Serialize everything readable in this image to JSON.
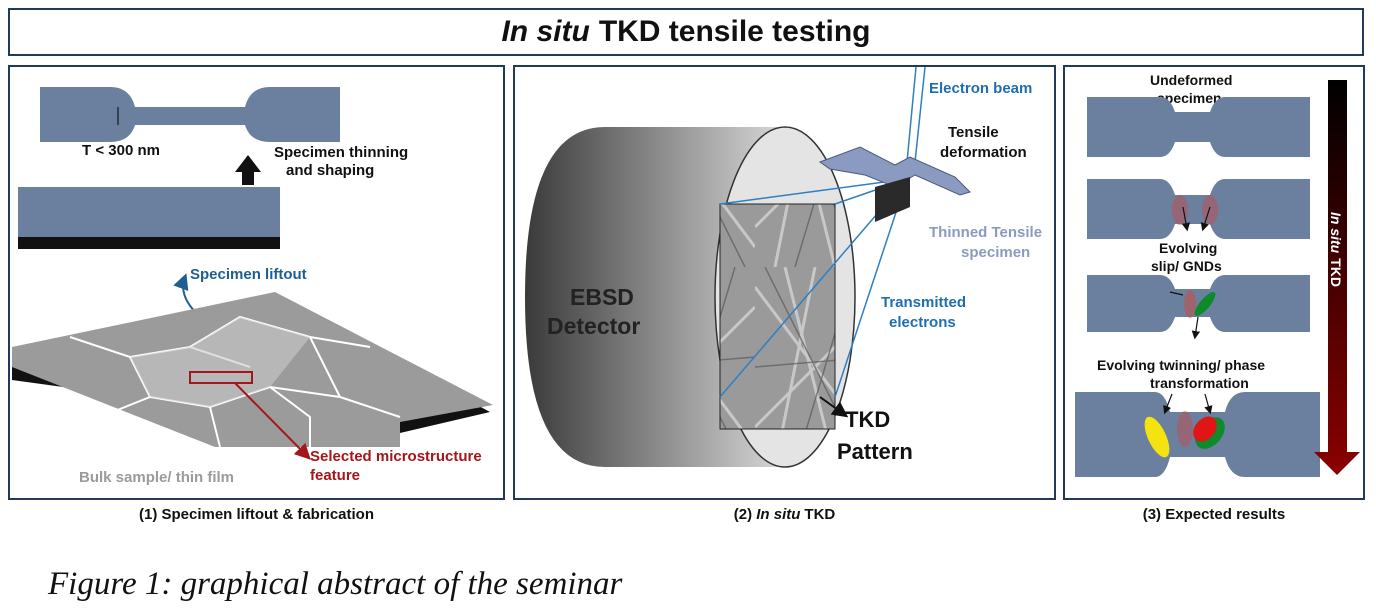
{
  "title": {
    "italic": "In situ",
    "rest": "TKD tensile testing"
  },
  "panel1": {
    "thickness_label": "T < 300 nm",
    "thinning_label_line1": "Specimen thinning",
    "thinning_label_line2": "and shaping",
    "liftout_label": "Specimen liftout",
    "bulk_label": "Bulk sample/ thin film",
    "feature_label_line1": "Selected microstructure",
    "feature_label_line2": "feature",
    "caption": "(1) Specimen liftout & fabrication"
  },
  "panel2": {
    "electron_beam_label": "Electron beam",
    "tensile_label_line1": "Tensile",
    "tensile_label_line2": "deformation",
    "thinned_label_line1": "Thinned Tensile",
    "thinned_label_line2": "specimen",
    "transmitted_label_line1": "Transmitted",
    "transmitted_label_line2": "electrons",
    "detector_label_line1": "EBSD",
    "detector_label_line2": "Detector",
    "pattern_label_line1": "TKD",
    "pattern_label_line2": "Pattern",
    "caption_italic": "In situ",
    "caption_rest": "TKD",
    "caption_prefix": "(2)"
  },
  "panel3": {
    "undeformed_line1": "Undeformed",
    "undeformed_line2": "specimen",
    "slip_line1": "Evolving",
    "slip_line2": "slip/ GNDs",
    "twin_line1": "Evolving twinning/ phase",
    "twin_line2": "transformation",
    "arrow_label_italic": "In situ",
    "arrow_label_rest": "TKD",
    "caption": "(3) Expected results"
  },
  "figure_caption": "Figure 1: graphical abstract of the seminar",
  "colors": {
    "frame": "#1f3b57",
    "specimen": "#6b7f9f",
    "beam": "#2f7fc1",
    "label_blue": "#1f6fb0",
    "feature_red": "#a3161b",
    "arrow_dark_red": "#7a0000"
  }
}
